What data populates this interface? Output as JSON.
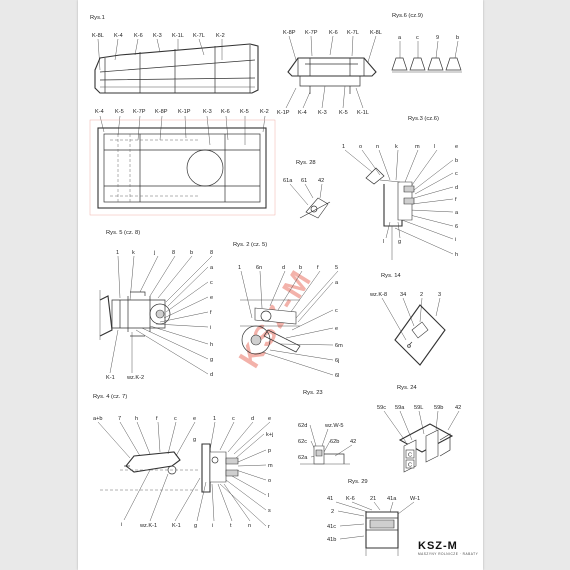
{
  "watermark": "KSZ-M",
  "brand": {
    "name": "KSZ-M",
    "tagline": "MASZYNY ROLNICZE · RABATY"
  },
  "views": {
    "rys1": {
      "title": "Rys.1",
      "top": [
        "K-8L",
        "K-4",
        "K-6",
        "K-3",
        "K-1L",
        "K-7L",
        "K-2"
      ],
      "bottom": [
        "K-4",
        "K-5",
        "K-7P",
        "K-8P",
        "K-1P",
        "K-3",
        "K-6",
        "K-5",
        "K-2"
      ]
    },
    "rys6": {
      "title": "Rys.6 (cz.9)",
      "labels": [
        "a",
        "c",
        "9",
        "b"
      ]
    },
    "rys7": {
      "top": [
        "K-8P",
        "K-7P",
        "K-6",
        "K-7L",
        "K-8L"
      ],
      "bottom": [
        "K-1P",
        "K-4",
        "K-3",
        "K-5",
        "K-1L"
      ]
    },
    "rys28": {
      "title": "Rys. 28",
      "labels": [
        "61a",
        "61",
        "42"
      ]
    },
    "rys3": {
      "title": "Rys.3 (cz.6)",
      "top": [
        "1",
        "o",
        "n",
        "k",
        "m",
        "l",
        "e"
      ],
      "right": [
        "b",
        "c",
        "d",
        "f",
        "a",
        "6",
        "i",
        "h"
      ],
      "left": [
        "l",
        "g"
      ]
    },
    "rys5": {
      "title": "Rys. 5 (cz. 8)",
      "top": [
        "1",
        "k",
        "j",
        "8",
        "b",
        "8"
      ],
      "right": [
        "a",
        "c",
        "e",
        "f",
        "i",
        "h",
        "g",
        "d"
      ],
      "bottom": [
        "K-1",
        "wz.K-2"
      ]
    },
    "rys2": {
      "title": "Rys. 2 (cz. 5)",
      "top": [
        "1",
        "6n",
        "d",
        "b",
        "f",
        "5"
      ],
      "right": [
        "a",
        "c",
        "e",
        "6m",
        "6j",
        "6l"
      ]
    },
    "rys14": {
      "title": "Rys. 14",
      "labels": [
        "wz.K-8",
        "34",
        "2",
        "3"
      ]
    },
    "rys4": {
      "title": "Rys. 4 (cz. 7)",
      "top": [
        "a+b",
        "7",
        "h",
        "f",
        "c",
        "e",
        "1",
        "c",
        "d",
        "e"
      ],
      "right": [
        "k+j",
        "p",
        "m",
        "o",
        "l",
        "s",
        "r"
      ],
      "mid": [
        "g"
      ],
      "bottom": [
        "i",
        "wz.K-1",
        "K-1",
        "g",
        "i",
        "t",
        "n"
      ]
    },
    "rys23": {
      "title": "Rys. 23",
      "labels": [
        "62d",
        "wz.W-5",
        "62c",
        "62b",
        "42",
        "62a"
      ]
    },
    "rys24": {
      "title": "Rys. 24",
      "labels": [
        "59c",
        "59a",
        "59L",
        "59b",
        "42"
      ],
      "markers": [
        "C",
        "C"
      ]
    },
    "rys29": {
      "title": "Rys. 29",
      "labels": [
        "41",
        "K-6",
        "21",
        "41a",
        "W-1",
        "2",
        "41c",
        "41b"
      ]
    }
  }
}
